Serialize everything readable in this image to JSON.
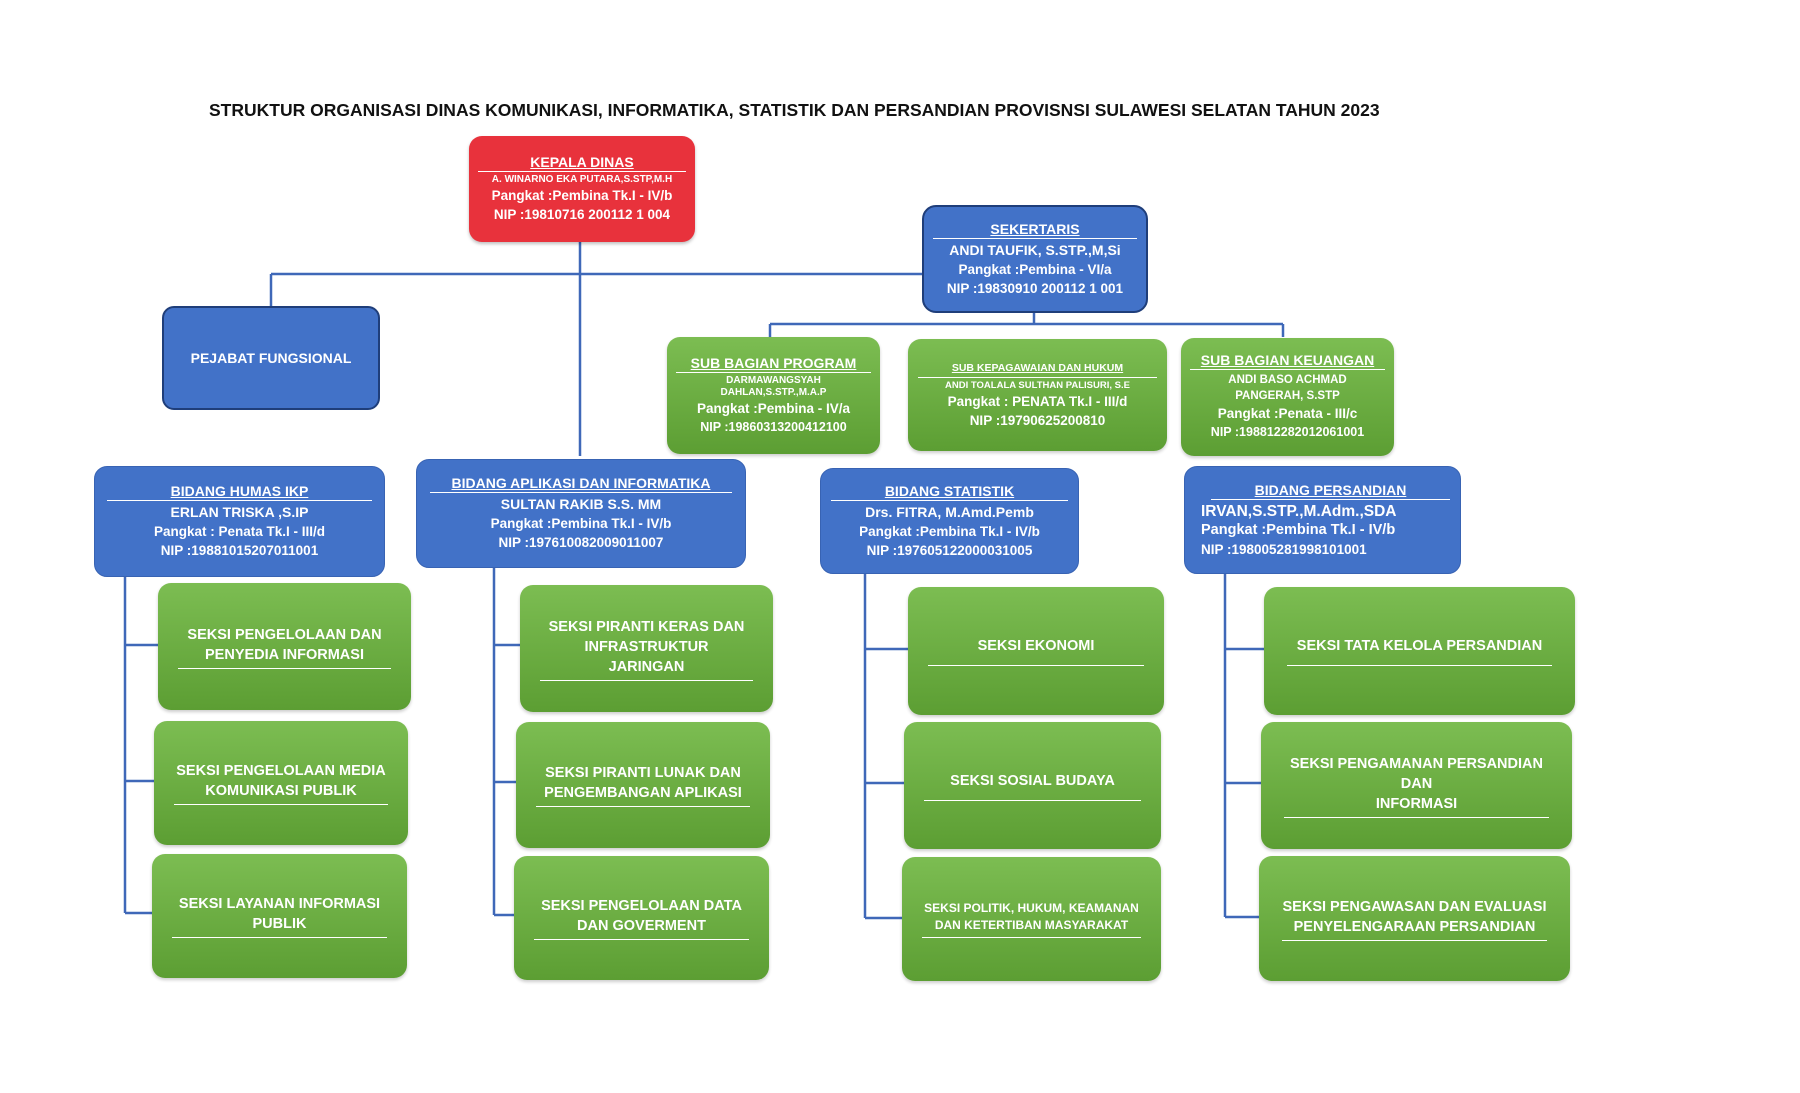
{
  "title": "STRUKTUR ORGANISASI DINAS KOMUNIKASI, INFORMATIKA, STATISTIK DAN PERSANDIAN PROVISNSI SULAWESI SELATAN TAHUN 2023",
  "kepala": {
    "title": "KEPALA DINAS",
    "name": "A. WINARNO EKA PUTARA,S.STP,M.H",
    "rank": "Pangkat :Pembina Tk.I - IV/b",
    "nip": "NIP :19810716 200112 1 004"
  },
  "sekretaris": {
    "title": "SEKERTARIS",
    "name": "ANDI TAUFIK, S.STP.,M,Si",
    "rank": "Pangkat :Pembina - VI/a",
    "nip": "NIP :19830910 200112 1 001"
  },
  "fungsional": {
    "title": "PEJABAT FUNGSIONAL"
  },
  "sub_bagian": [
    {
      "title": "SUB BAGIAN PROGRAM",
      "name1": "DARMAWANGSYAH",
      "name2": "DAHLAN,S.STP.,M.A.P",
      "rank": "Pangkat :Pembina - IV/a",
      "nip": "NIP :19860313200412100"
    },
    {
      "title": "SUB KEPAGAWAIAN DAN HUKUM",
      "name1": "ANDI TOALALA SULTHAN PALISURI, S.E",
      "rank": "Pangkat : PENATA Tk.I - III/d",
      "nip": "NIP :19790625200810"
    },
    {
      "title": "SUB BAGIAN KEUANGAN",
      "name1": "ANDI BASO ACHMAD",
      "name2": "PANGERAH, S.STP",
      "rank": "Pangkat :Penata - III/c",
      "nip": "NIP :198812282012061001"
    }
  ],
  "bidang": [
    {
      "title": "BIDANG HUMAS IKP",
      "name": "ERLAN TRISKA ,S.IP",
      "rank": "Pangkat : Penata Tk.I - III/d",
      "nip": "NIP :19881015207011001",
      "seksi": [
        [
          "SEKSI PENGELOLAAN DAN",
          "PENYEDIA INFORMASI"
        ],
        [
          "SEKSI PENGELOLAAN MEDIA",
          "KOMUNIKASI PUBLIK"
        ],
        [
          "SEKSI LAYANAN INFORMASI",
          "PUBLIK"
        ]
      ]
    },
    {
      "title": "BIDANG APLIKASI DAN INFORMATIKA",
      "name": "SULTAN RAKIB S.S. MM",
      "rank": "Pangkat :Pembina Tk.I - IV/b",
      "nip": "NIP :197610082009011007",
      "seksi": [
        [
          "SEKSI PIRANTI KERAS DAN",
          "INFRASTRUKTUR JARINGAN"
        ],
        [
          "SEKSI PIRANTI LUNAK DAN",
          "PENGEMBANGAN APLIKASI"
        ],
        [
          "SEKSI PENGELOLAAN DATA",
          "DAN GOVERMENT"
        ]
      ]
    },
    {
      "title": "BIDANG STATISTIK",
      "name": "Drs. FITRA, M.Amd.Pemb",
      "rank": "Pangkat :Pembina Tk.I - IV/b",
      "nip": "NIP :197605122000031005",
      "seksi": [
        [
          "SEKSI EKONOMI",
          ""
        ],
        [
          "SEKSI SOSIAL BUDAYA",
          ""
        ],
        [
          "SEKSI POLITIK, HUKUM, KEAMANAN",
          "DAN KETERTIBAN MASYARAKAT"
        ]
      ]
    },
    {
      "title": "BIDANG PERSANDIAN",
      "name": "IRVAN,S.STP.,M.Adm.,SDA",
      "rank": "Pangkat :Pembina Tk.I - IV/b",
      "nip": "NIP :198005281998101001",
      "seksi": [
        [
          "SEKSI TATA KELOLA PERSANDIAN",
          ""
        ],
        [
          "SEKSI PENGAMANAN PERSANDIAN DAN",
          "INFORMASI"
        ],
        [
          "SEKSI PENGAWASAN DAN EVALUASI",
          "PENYELENGARAAN PERSANDIAN"
        ]
      ]
    }
  ],
  "colors": {
    "red": "#e8323c",
    "blue": "#4272c8",
    "green": "#6aad3e",
    "line": "#3f68b8"
  }
}
